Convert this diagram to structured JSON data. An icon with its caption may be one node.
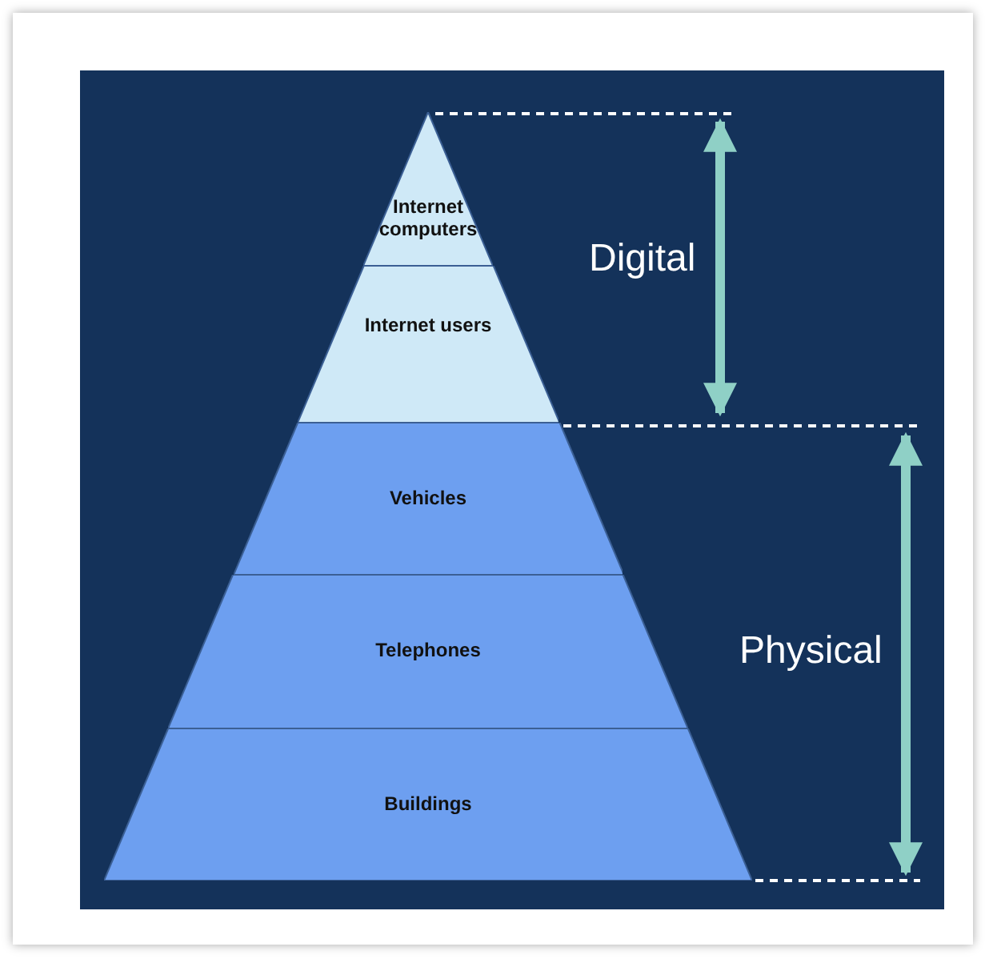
{
  "diagram": {
    "nodes": [
      {
        "text": [
          "Internet computers"
        ]
      },
      {
        "text": [
          "Internet users"
        ]
      },
      {
        "text": [
          "Vehicles"
        ]
      },
      {
        "text": [
          "Telephones"
        ]
      },
      {
        "text": [
          "Buildings"
        ]
      }
    ],
    "labels": [
      "Digital",
      "Physical"
    ]
  }
}
